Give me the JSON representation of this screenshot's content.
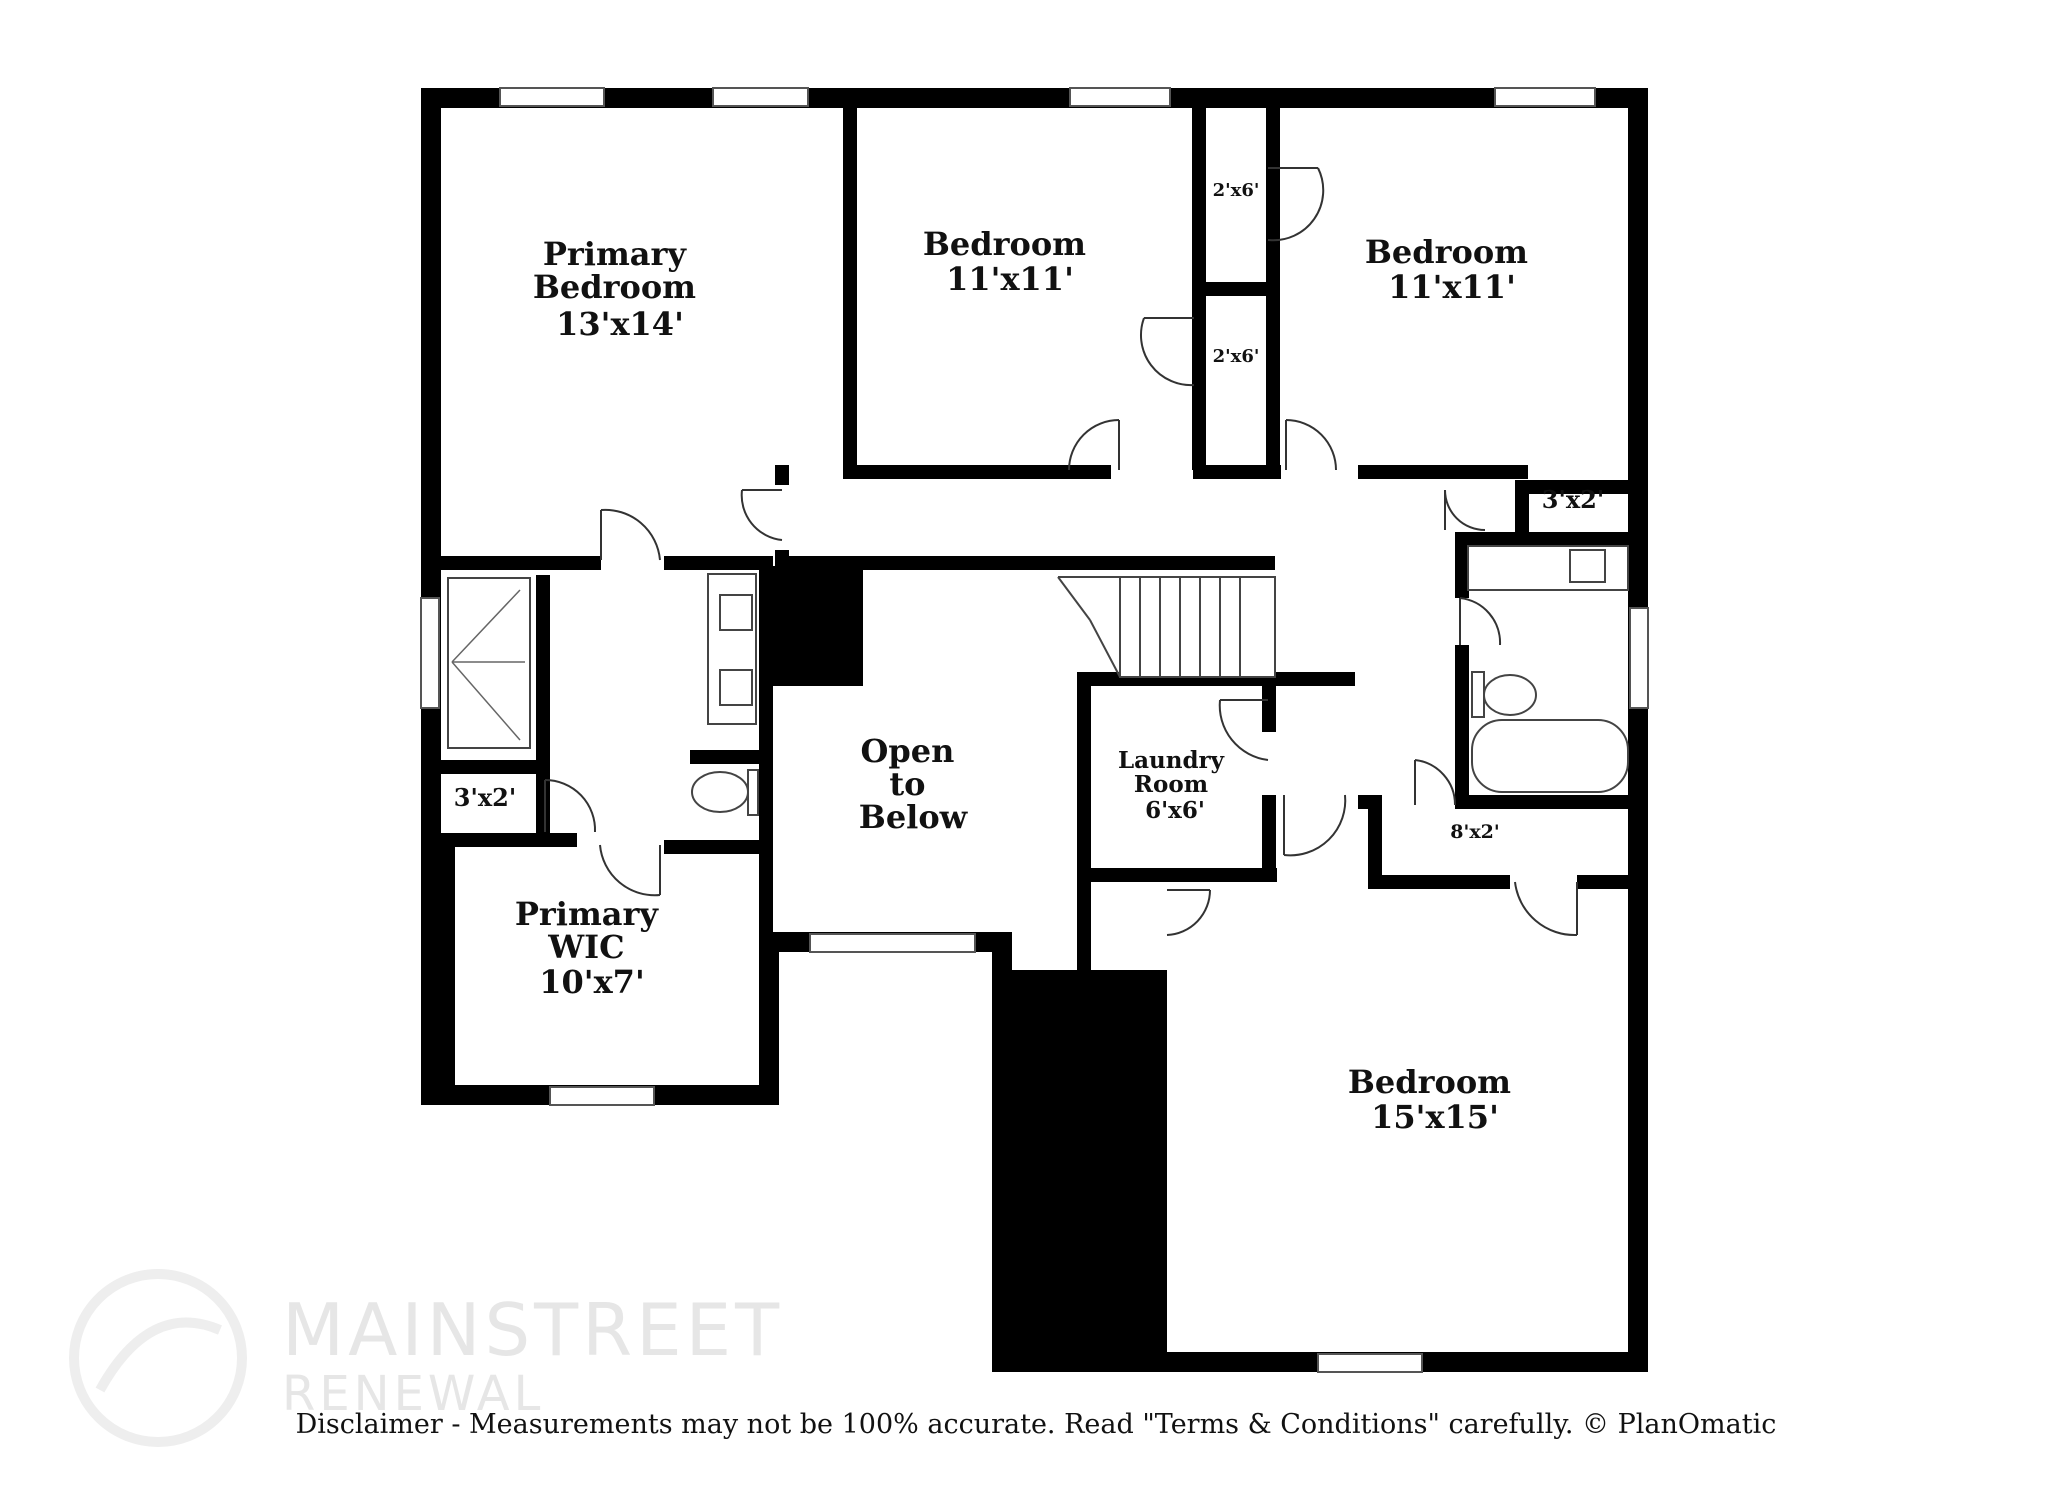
{
  "rooms": [
    {
      "id": "primary-bedroom",
      "lines": [
        "Primary",
        "Bedroom",
        "13'x14'"
      ]
    },
    {
      "id": "bedroom-1",
      "lines": [
        "Bedroom",
        "11'x11'"
      ]
    },
    {
      "id": "bedroom-2",
      "lines": [
        "Bedroom",
        "11'x11'"
      ]
    },
    {
      "id": "primary-wic",
      "lines": [
        "Primary",
        "WIC",
        "10'x7'"
      ]
    },
    {
      "id": "open-to-below",
      "lines": [
        "Open",
        "to",
        "Below"
      ]
    },
    {
      "id": "laundry-room",
      "lines": [
        "Laundry",
        "Room",
        "6'x6'"
      ]
    },
    {
      "id": "bedroom-3",
      "lines": [
        "Bedroom",
        "15'x15'"
      ]
    }
  ],
  "closets": [
    {
      "id": "closet-upper",
      "label": "2'x6'"
    },
    {
      "id": "closet-lower",
      "label": "2'x6'"
    },
    {
      "id": "closet-hall",
      "label": "3'x2'"
    },
    {
      "id": "closet-bath",
      "label": "3'x2'"
    },
    {
      "id": "closet-linen",
      "label": "8'x2'"
    }
  ],
  "watermark": {
    "brand": "MAINSTREET",
    "sub": "RENEWAL"
  },
  "disclaimer": "Disclaimer - Measurements may not be 100% accurate. Read \"Terms & Conditions\" carefully. © PlanOmatic"
}
